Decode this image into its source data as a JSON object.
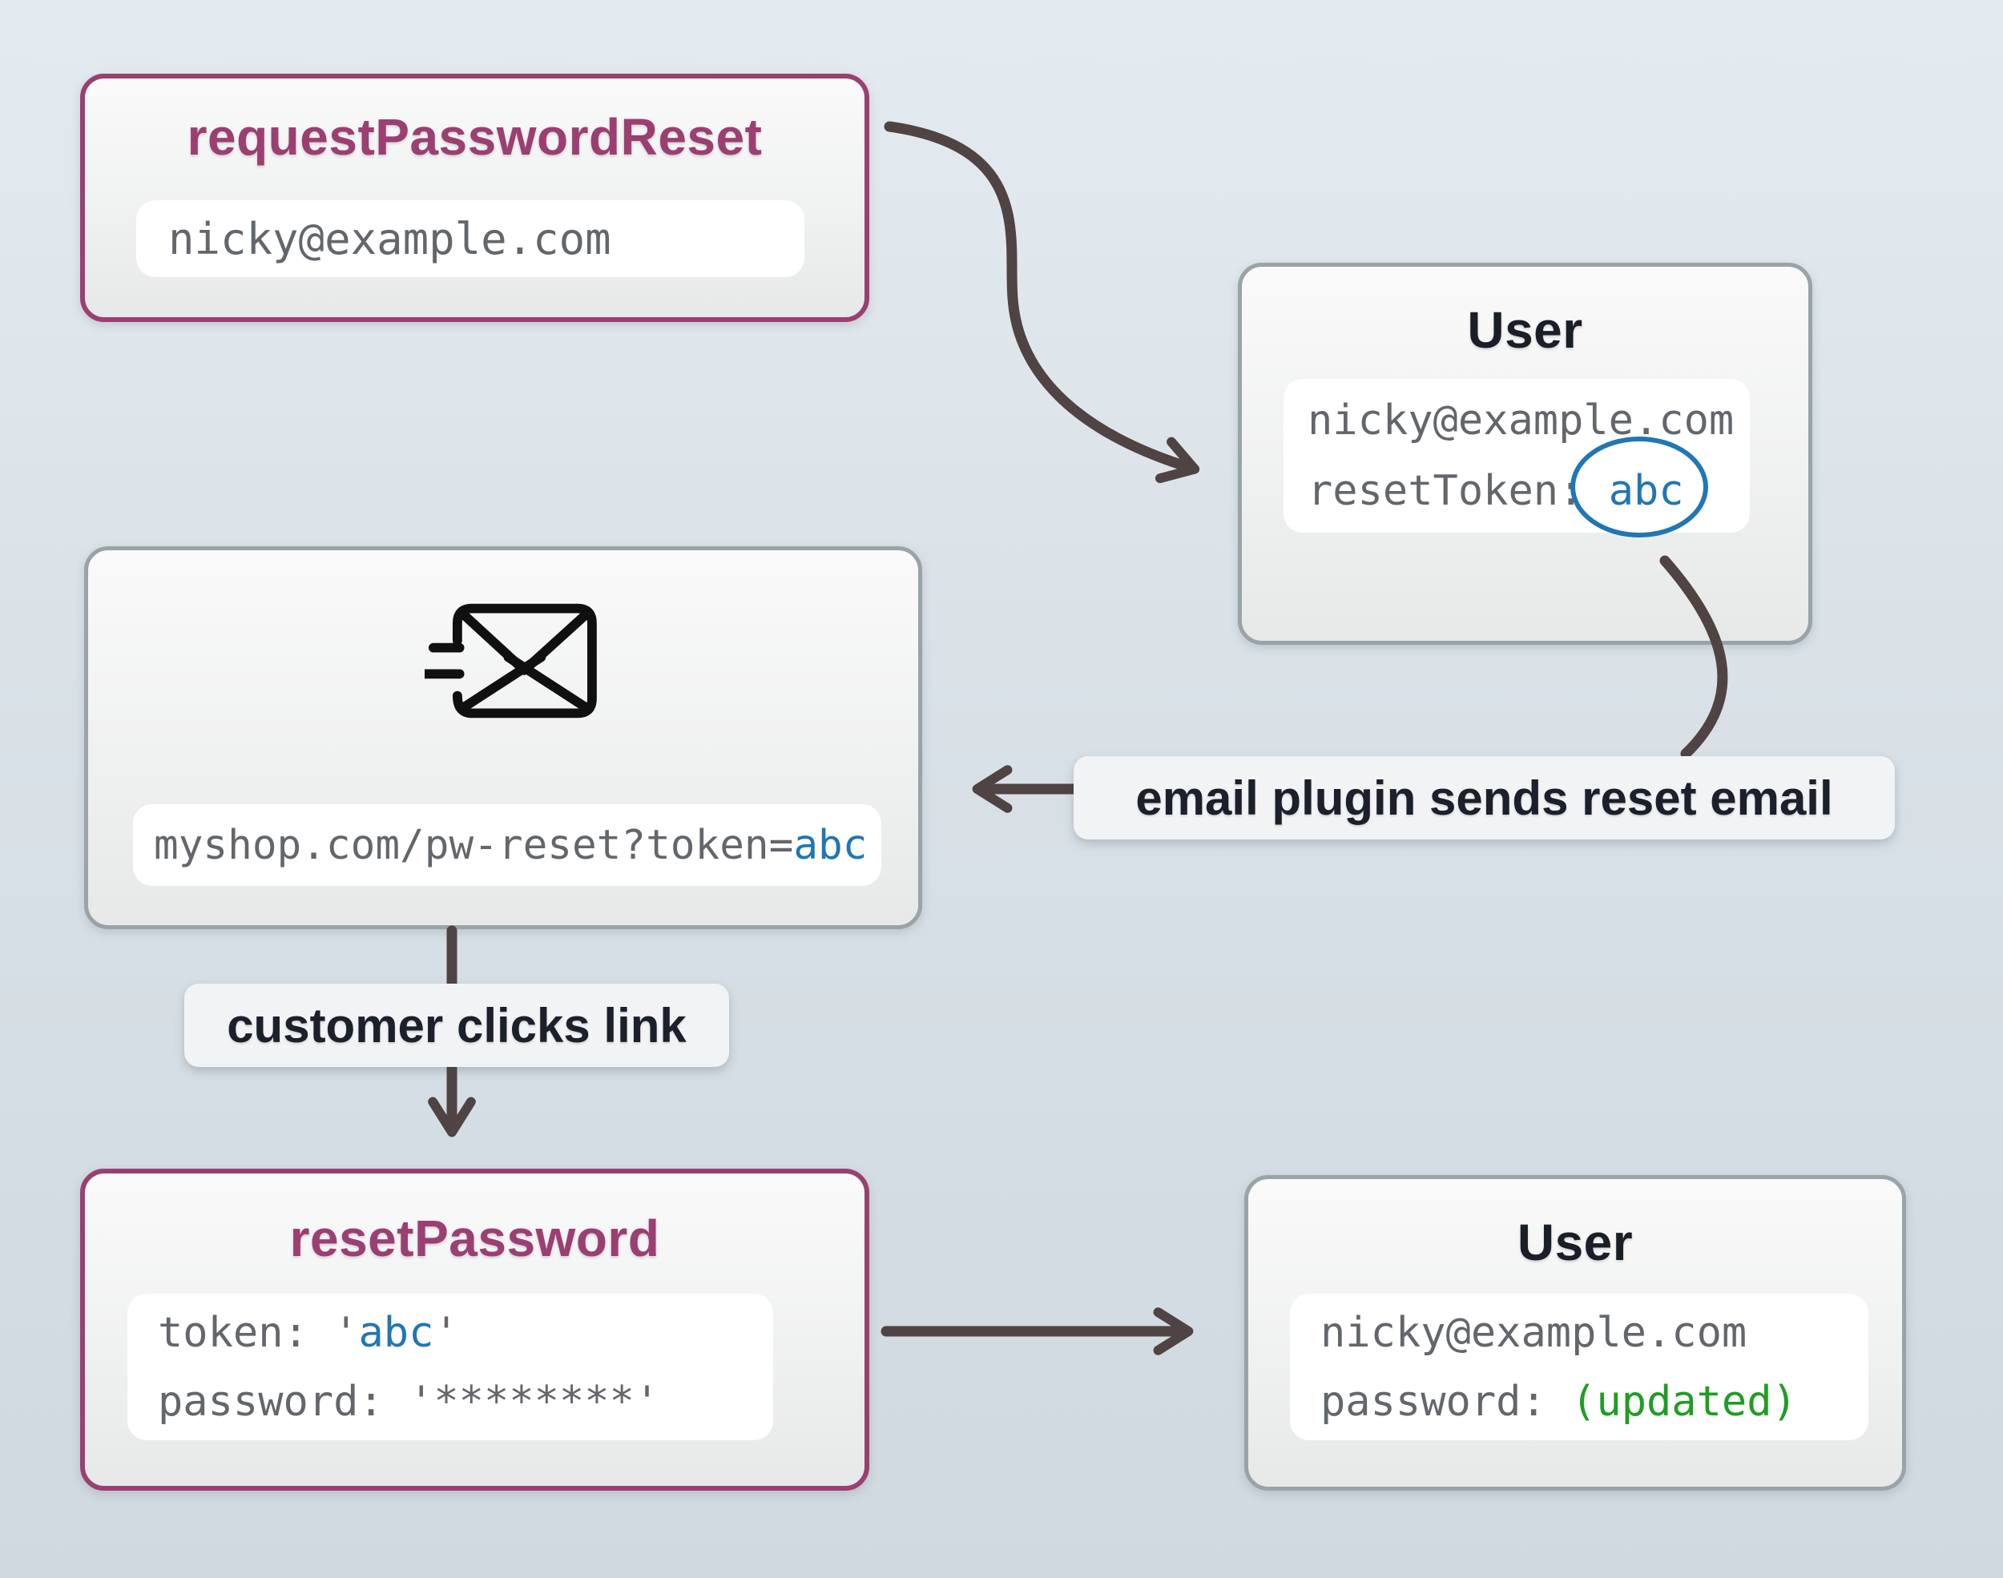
{
  "diagram": {
    "request_card": {
      "title": "requestPasswordReset",
      "email_field": "nicky@example.com"
    },
    "user_card_top": {
      "title": "User",
      "email": "nicky@example.com",
      "reset_token_label": "resetToken: ",
      "reset_token_value": "abc"
    },
    "email_card": {
      "url_prefix": "myshop.com/pw-reset?token=",
      "url_token": "abc"
    },
    "labels": {
      "email_plugin": "email plugin sends reset email",
      "customer_clicks": "customer clicks link"
    },
    "reset_card": {
      "title": "resetPassword",
      "token_prefix": "token: '",
      "token_value": "abc",
      "token_suffix": "'",
      "password_line": "password: '********'"
    },
    "user_card_bottom": {
      "title": "User",
      "email": "nicky@example.com",
      "password_label": "password: ",
      "password_value": "(updated)"
    },
    "colors": {
      "accent_purple": "#9b3f72",
      "token_blue": "#2176b5",
      "updated_green": "#1f9d24",
      "arrow": "#4f4344",
      "gray_border": "#99a3a8"
    }
  }
}
